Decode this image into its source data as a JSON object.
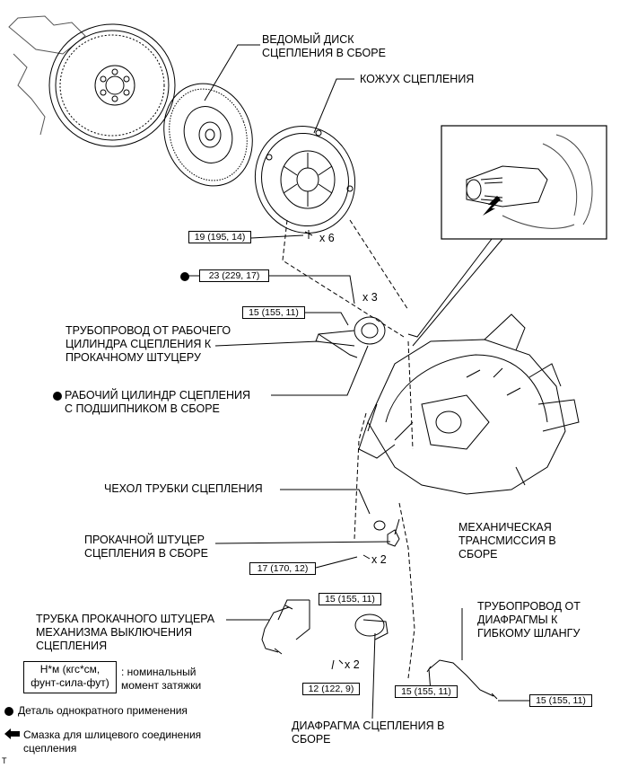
{
  "labels": {
    "clutch_disc": "ВЕДОМЫЙ ДИСК\nСЦЕПЛЕНИЯ В СБОРЕ",
    "clutch_cover": "КОЖУХ СЦЕПЛЕНИЯ",
    "release_tube": "ТРУБОПРОВОД ОТ РАБОЧЕГО\nЦИЛИНДРА СЦЕПЛЕНИЯ К\nПРОКАЧНОМУ ШТУЦЕРУ",
    "release_cylinder": "РАБОЧИЙ ЦИЛИНДР СЦЕПЛЕНИЯ\nС ПОДШИПНИКОМ В СБОРЕ",
    "tube_cover": "ЧЕХОЛ ТРУБКИ СЦЕПЛЕНИЯ",
    "bleeder_plug": "ПРОКАЧНОЙ ШТУЦЕР\nСЦЕПЛЕНИЯ В СБОРЕ",
    "transmission": "МЕХАНИЧЕСКАЯ\nТРАНСМИССИЯ В\nСБОРЕ",
    "bleeder_tube": "ТРУБКА ПРОКАЧНОГО ШТУЦЕРА\nМЕХАНИЗМА ВЫКЛЮЧЕНИЯ\nСЦЕПЛЕНИЯ",
    "diaphragm_tube": "ТРУБОПРОВОД ОТ\nДИАФРАГМЫ К\nГИБКОМУ ШЛАНГУ",
    "diaphragm": "ДИАФРАГМА СЦЕПЛЕНИЯ В\nСБОРЕ"
  },
  "torque": {
    "t1": "19 (195, 14)",
    "t2": "23 (229, 17)",
    "t3": "15 (155, 11)",
    "t4": "17 (170, 12)",
    "t5": "15 (155, 11)",
    "t6": "12 (122, 9)",
    "t7": "15 (155, 11)",
    "t8": "15 (155, 11)"
  },
  "quantities": {
    "q1": "x 6",
    "q2": "x 3",
    "q3": "x 2",
    "q4": "x 2"
  },
  "legend": {
    "unit_box": "Н*м (кгс*см,\nфунт-сила-фут)",
    "unit_text": ": номинальный\nмомент затяжки",
    "nonreusable": "Деталь однократного применения",
    "grease": "Смазка для шлицевого соединения\nсцепления"
  },
  "corner_mark": "T"
}
